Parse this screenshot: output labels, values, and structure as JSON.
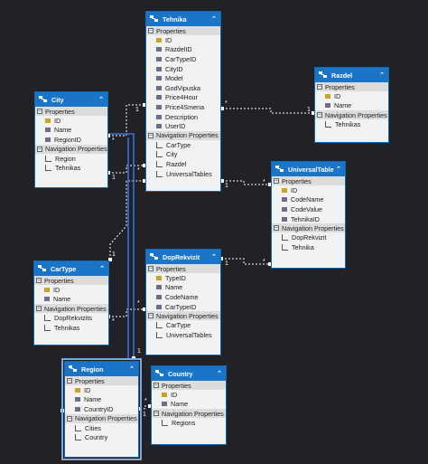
{
  "entities": [
    {
      "id": "tehnika",
      "title": "Tehnika",
      "properties_label": "Properties",
      "properties": [
        "ID",
        "RazdelID",
        "CarTypeID",
        "CityID",
        "Model",
        "GodVipuska",
        "Price4Hour",
        "Price4Smena",
        "Description",
        "UserID"
      ],
      "nav_label": "Navigation Properties",
      "navs": [
        "CarType",
        "City",
        "Razdel",
        "UniversalTables"
      ]
    },
    {
      "id": "razdel",
      "title": "Razdel",
      "properties_label": "Properties",
      "properties": [
        "ID",
        "Name"
      ],
      "nav_label": "Navigation Properties",
      "navs": [
        "Tehnikas"
      ]
    },
    {
      "id": "city",
      "title": "City",
      "properties_label": "Properties",
      "properties": [
        "ID",
        "Name",
        "RegionID"
      ],
      "nav_label": "Navigation Properties",
      "navs": [
        "Region",
        "Tehnikas"
      ]
    },
    {
      "id": "universaltable",
      "title": "UniversalTable",
      "properties_label": "Properties",
      "properties": [
        "ID",
        "CodeName",
        "CodeValue",
        "TehnikaID"
      ],
      "nav_label": "Navigation Properties",
      "navs": [
        "DopRekvizit",
        "Tehnika"
      ]
    },
    {
      "id": "cartype",
      "title": "CarType",
      "properties_label": "Properties",
      "properties": [
        "ID",
        "Name"
      ],
      "nav_label": "Navigation Properties",
      "navs": [
        "DopRekvizits",
        "Tehnikas"
      ]
    },
    {
      "id": "doprekvizit",
      "title": "DopRekvizit",
      "properties_label": "Properties",
      "properties": [
        "TypeID",
        "Name",
        "CodeName",
        "CarTypeID"
      ],
      "nav_label": "Navigation Properties",
      "navs": [
        "CarType",
        "UniversalTables"
      ]
    },
    {
      "id": "region",
      "title": "Region",
      "properties_label": "Properties",
      "properties": [
        "ID",
        "Name",
        "CountryID"
      ],
      "nav_label": "Navigation Properties",
      "navs": [
        "Cities",
        "Country"
      ]
    },
    {
      "id": "country",
      "title": "Country",
      "properties_label": "Properties",
      "properties": [
        "ID",
        "Name"
      ],
      "nav_label": "Navigation Properties",
      "navs": [
        "Regions"
      ]
    }
  ],
  "multiplicities": [
    "*",
    "1",
    "*",
    "1",
    "1",
    "*",
    "*",
    "1",
    "*",
    "1",
    "1",
    "*",
    "1",
    "*",
    "1",
    "*"
  ],
  "colors": {
    "background": "#222226",
    "header": "#1a74c8",
    "border": "#0f6ab4",
    "connector": "#ffffff",
    "selected_connector": "#3b6fd6"
  }
}
